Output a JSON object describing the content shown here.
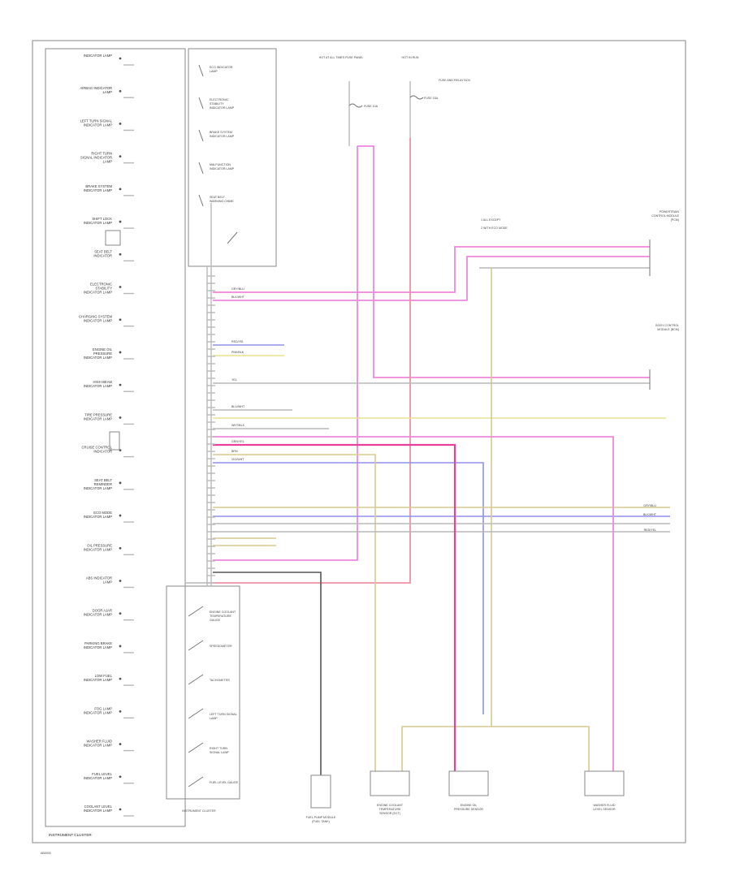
{
  "page": {
    "footer_code": "AB0000",
    "cluster_title": "INSTRUMENT CLUSTER"
  },
  "colors": {
    "frame": "#9a9a9a",
    "pink": "#ee88dd",
    "red": "#f090a0",
    "yellow": "#e8e090",
    "blue": "#9090e8",
    "magenta": "#e8409a",
    "gray": "#b8b8b8"
  },
  "cluster_labels": [
    "INDICATOR LAMP",
    "AIRBAG INDICATOR LAMP",
    "LEFT TURN SIGNAL INDICATOR LAMP",
    "RIGHT TURN SIGNAL INDICATOR LAMP",
    "BRAKE SYSTEM INDICATOR LAMP",
    "SHIFT LOCK INDICATOR LAMP",
    "SEAT BELT INDICATOR",
    "ELECTRONIC STABILITY INDICATOR LAMP",
    "CHARGING SYSTEM INDICATOR LAMP",
    "ENGINE OIL PRESSURE INDICATOR LAMP",
    "HIGH BEAM INDICATOR LAMP",
    "TIRE PRESSURE INDICATOR LAMP",
    "CRUISE CONTROL INDICATOR",
    "SEAT BELT REMINDER INDICATOR LAMP",
    "ECO MODE INDICATOR LAMP",
    "OIL PRESSURE INDICATOR LAMP",
    "ABS INDICATOR LAMP",
    "DOOR AJAR INDICATOR LAMP",
    "PARKING BRAKE INDICATOR LAMP",
    "LOW FUEL INDICATOR LAMP",
    "FOG LAMP INDICATOR LAMP",
    "WASHER FLUID INDICATOR LAMP",
    "FUEL LEVEL INDICATOR LAMP",
    "COOLANT LEVEL INDICATOR LAMP"
  ],
  "right_labels": [
    "ECO INDICATOR LAMP",
    "ELECTRONIC STABILITY INDICATOR LAMP",
    "BRAKE SYSTEM INDICATOR LAMP",
    "MALFUNCTION INDICATOR LAMP",
    "SEAT BELT WARNING CHIME"
  ],
  "gauges": [
    "ENGINE COOLANT TEMPERATURE GAUGE",
    "SPEEDOMETER",
    "TACHOMETER",
    "LEFT TURN SIGNAL LAMP",
    "RIGHT TURN SIGNAL LAMP",
    "FUEL LEVEL GAUGE"
  ],
  "top_labels": {
    "fuse_panel": "HOT AT ALL TIMES FUSE PANEL",
    "hot_run": "HOT IN RUN",
    "fuse_a": "FUSE 10A",
    "fuse_b": "FUSE 15A",
    "fuse_note": "FUSE AND RELAY BOX",
    "legend_1": "1  ALL EXCEPT",
    "legend_2": "2  WITH ECO MODE",
    "module_right": "POWERTRAIN CONTROL MODULE (PCM)",
    "module_right2": "BODY CONTROL MODULE (BCM)"
  },
  "bottom_modules": [
    "FUEL PUMP MODULE (FUEL TANK)",
    "ENGINE COOLANT TEMPERATURE SENSOR (ECT)",
    "ENGINE OIL PRESSURE SENSOR",
    "WASHER FLUID LEVEL SENSOR"
  ],
  "wire_tags": [
    "GRY/BLU",
    "BLK/WHT",
    "RED/YEL",
    "PNK/BLK",
    "YEL",
    "BLU/WHT",
    "WHT/BLK",
    "GRN/YEL",
    "BRN",
    "VIO/WHT"
  ]
}
